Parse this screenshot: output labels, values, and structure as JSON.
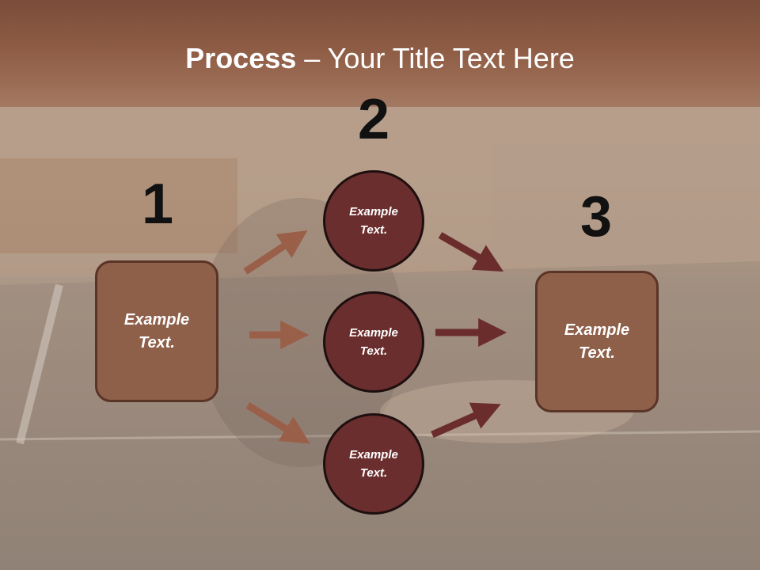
{
  "title": {
    "bold": "Process",
    "rest": " – Your Title Text Here"
  },
  "numbers": {
    "left": "1",
    "middle": "2",
    "right": "3"
  },
  "left_box": {
    "text": "Example\nText."
  },
  "circles": [
    {
      "text": "Example\nText."
    },
    {
      "text": "Example\nText."
    },
    {
      "text": "Example\nText."
    }
  ],
  "right_box": {
    "text": "Example\nText."
  },
  "colors": {
    "box": "#8e5f49",
    "circle": "#6a2e2e",
    "arrow_left": "#9a5f48",
    "arrow_right": "#6b2c2c"
  }
}
